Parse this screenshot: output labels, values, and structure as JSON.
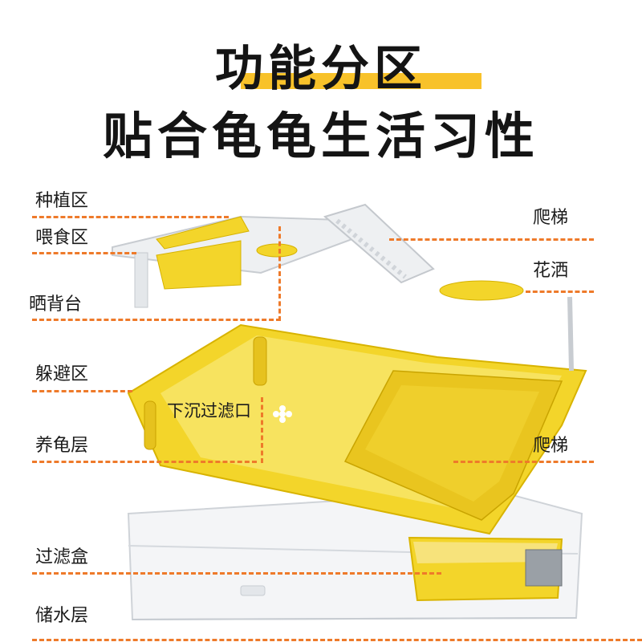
{
  "header": {
    "title_line1": "功能分区",
    "title_line2": "贴合龟龟生活习性",
    "highlight_color": "#f8c22a"
  },
  "labels_left": [
    "种植区",
    "喂食区",
    "晒背台",
    "躲避区",
    "养龟层",
    "过滤盒",
    "储水层"
  ],
  "labels_right": [
    "爬梯",
    "花洒",
    "爬梯"
  ],
  "inner_label": "下沉过滤口",
  "colors": {
    "accent": "#ee7a2a",
    "yellow": "#f3d52a",
    "text": "#1b1b1b"
  }
}
